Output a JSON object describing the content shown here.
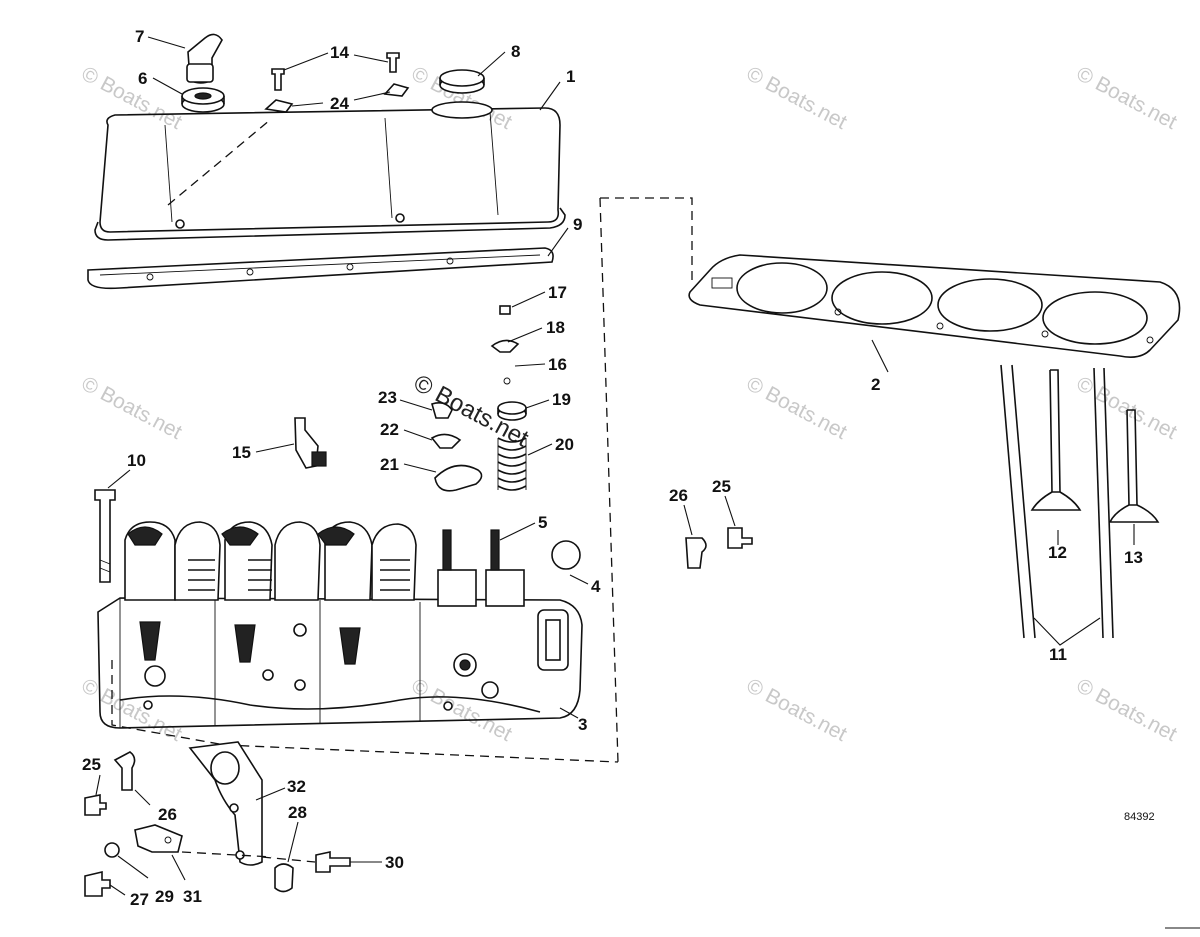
{
  "diagram": {
    "reference_number": "84392",
    "watermark_text": "© Boats.net",
    "callouts": {
      "c1": "1",
      "c2": "2",
      "c3": "3",
      "c4": "4",
      "c5": "5",
      "c6": "6",
      "c7": "7",
      "c8": "8",
      "c9": "9",
      "c10": "10",
      "c11": "11",
      "c12": "12",
      "c13": "13",
      "c14": "14",
      "c15": "15",
      "c16": "16",
      "c17": "17",
      "c18": "18",
      "c19": "19",
      "c20": "20",
      "c21": "21",
      "c22": "22",
      "c23": "23",
      "c24": "24",
      "c25a": "25",
      "c25b": "25",
      "c26a": "26",
      "c26b": "26",
      "c27": "27",
      "c28": "28",
      "c29": "29",
      "c30": "30",
      "c31": "31",
      "c32": "32"
    }
  }
}
